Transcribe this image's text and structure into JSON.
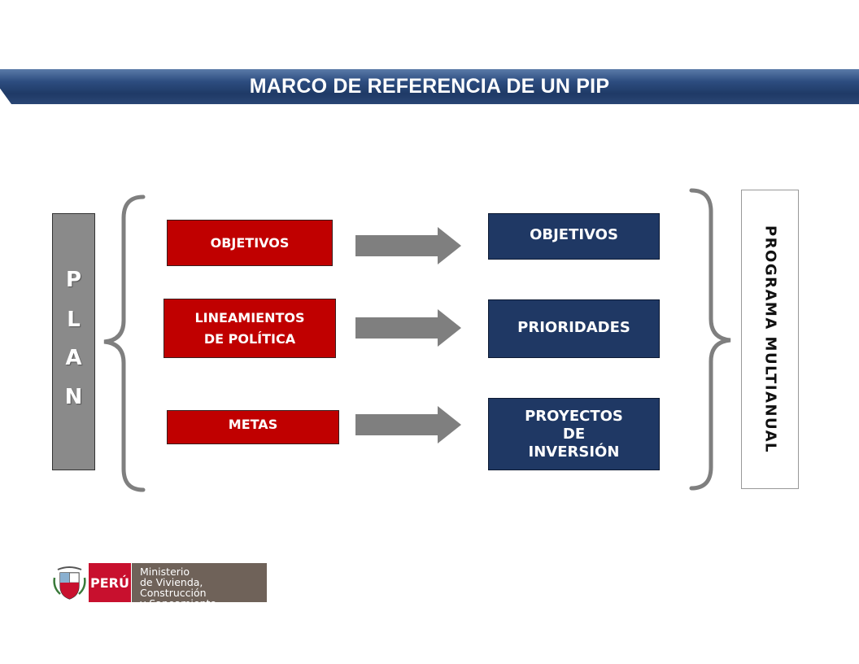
{
  "header": {
    "title": "MARCO DE REFERENCIA DE UN PIP"
  },
  "plan": {
    "letters": [
      "P",
      "L",
      "A",
      "N"
    ]
  },
  "left_boxes": [
    {
      "lines": [
        "OBJETIVOS"
      ]
    },
    {
      "lines": [
        "LINEAMIENTOS",
        "DE POLÍTICA"
      ]
    },
    {
      "lines": [
        "METAS"
      ]
    }
  ],
  "right_boxes": [
    {
      "lines": [
        "OBJETIVOS"
      ]
    },
    {
      "lines": [
        "PRIORIDADES"
      ]
    },
    {
      "lines": [
        "PROYECTOS",
        "DE",
        "INVERSIÓN"
      ]
    }
  ],
  "programa": {
    "label": "PROGRAMA MULTIANUAL"
  },
  "logo": {
    "country": "PERÚ",
    "line1": "Ministerio",
    "line2": "de Vivienda, Construcción",
    "line3": "y Saneamiento"
  },
  "colors": {
    "red": "#c00000",
    "navy": "#1f3864",
    "arrow": "#7f7f7f",
    "brace": "#7f7f7f"
  }
}
